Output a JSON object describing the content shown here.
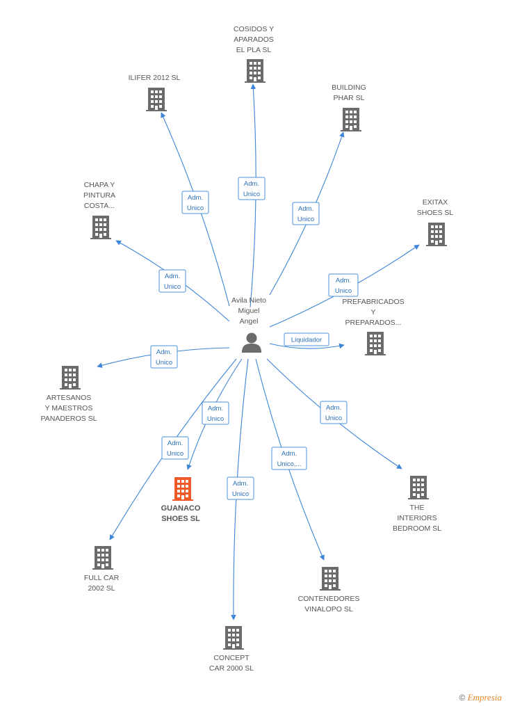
{
  "center": {
    "label_lines": [
      "Avila Nieto",
      "Miguel",
      "Angel"
    ]
  },
  "colors": {
    "edge": "#3d85d6",
    "building": "#6b6b6b",
    "highlight": "#f05a28",
    "person": "#6b6b6b"
  },
  "nodes": [
    {
      "id": "cosidos",
      "label_lines": [
        "COSIDOS Y",
        "APARADOS",
        "EL PLA SL"
      ],
      "edge_label": [
        "Adm.",
        "Unico"
      ]
    },
    {
      "id": "ilifer",
      "label_lines": [
        "ILIFER 2012 SL"
      ],
      "edge_label": [
        "Adm.",
        "Unico"
      ]
    },
    {
      "id": "building",
      "label_lines": [
        "BUILDING",
        "PHAR SL"
      ],
      "edge_label": [
        "Adm.",
        "Unico"
      ]
    },
    {
      "id": "chapa",
      "label_lines": [
        "CHAPA Y",
        "PINTURA",
        "COSTA..."
      ],
      "edge_label": [
        "Adm.",
        "Unico"
      ]
    },
    {
      "id": "exitax",
      "label_lines": [
        "EXITAX",
        "SHOES SL"
      ],
      "edge_label": [
        "Adm.",
        "Unico"
      ]
    },
    {
      "id": "prefabricados",
      "label_lines": [
        "PREFABRICADOS",
        "Y",
        "PREPARADOS..."
      ],
      "edge_label": [
        "Liquidador"
      ]
    },
    {
      "id": "artesanos",
      "label_lines": [
        "ARTESANOS",
        "Y MAESTROS",
        "PANADEROS SL"
      ],
      "edge_label": [
        "Adm.",
        "Unico"
      ]
    },
    {
      "id": "guanaco",
      "label_lines": [
        "GUANACO",
        "SHOES SL"
      ],
      "edge_label": [
        "Adm.",
        "Unico"
      ],
      "highlight": true
    },
    {
      "id": "fullcar",
      "label_lines": [
        "FULL CAR",
        "2002  SL"
      ],
      "edge_label": [
        "Adm.",
        "Unico"
      ]
    },
    {
      "id": "concept",
      "label_lines": [
        "CONCEPT",
        "CAR 2000 SL"
      ],
      "edge_label": [
        "Adm.",
        "Unico"
      ]
    },
    {
      "id": "contenedores",
      "label_lines": [
        "CONTENEDORES",
        "VINALOPO SL"
      ],
      "edge_label": [
        "Adm.",
        "Unico,..."
      ]
    },
    {
      "id": "interiors",
      "label_lines": [
        "THE",
        "INTERIORS",
        "BEDROOM SL"
      ],
      "edge_label": [
        "Adm.",
        "Unico"
      ]
    }
  ],
  "footer": {
    "copyright": "©",
    "brand": "Empresia"
  }
}
